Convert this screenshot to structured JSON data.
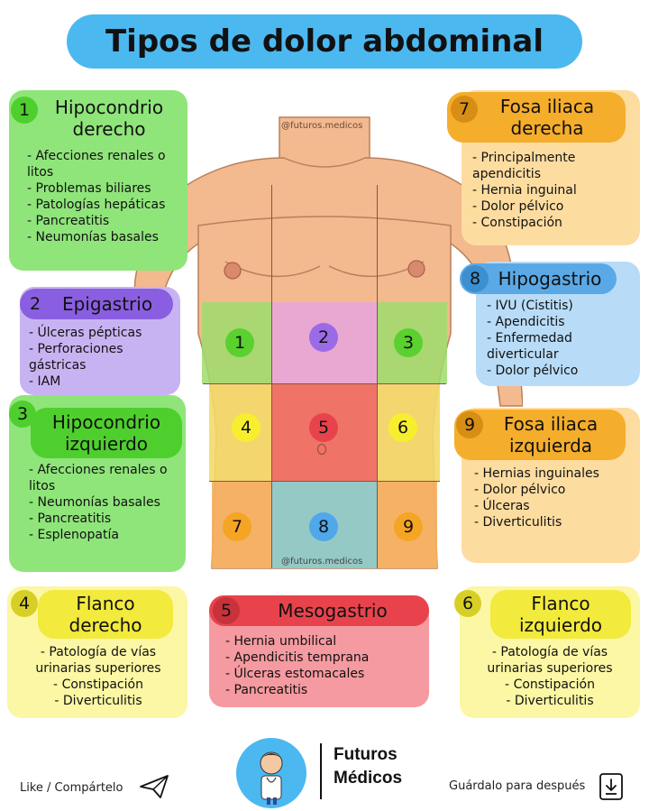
{
  "title": "Tipos de dolor abdominal",
  "watermark_top": "@futuros.medicos",
  "watermark_bottom": "@futuros.medicos",
  "cards": [
    {
      "number": "1",
      "title": "Hipocondrio derecho",
      "items": [
        "Afecciones renales o litos",
        "Problemas biliares",
        "Patologías hepáticas",
        "Pancreatitis",
        "Neumonías basales"
      ],
      "color": "#8fe57a",
      "accent": "#4fcf2e"
    },
    {
      "number": "2",
      "title": "Epigastrio",
      "items": [
        "Úlceras pépticas",
        "Perforaciones gástricas",
        "IAM"
      ],
      "color": "#c8b3f2",
      "accent": "#8a5ee0"
    },
    {
      "number": "3",
      "title": "Hipocondrio izquierdo",
      "items": [
        "Afecciones renales o litos",
        "Neumonías basales",
        "Pancreatitis",
        "Esplenopatía"
      ],
      "color": "#8fe57a",
      "accent": "#4fcf2e"
    },
    {
      "number": "4",
      "title": "Flanco derecho",
      "items": [
        "Patología de vías urinarias superiores",
        "Constipación",
        "Diverticulitis"
      ],
      "color": "#fbf7a4",
      "accent": "#f2ea3c"
    },
    {
      "number": "5",
      "title": "Mesogastrio",
      "items": [
        "Hernia umbilical",
        "Apendicitis temprana",
        "Úlceras estomacales",
        "Pancreatitis"
      ],
      "color": "#f59aa0",
      "accent": "#e8434c"
    },
    {
      "number": "6",
      "title": "Flanco izquierdo",
      "items": [
        "Patología de vías urinarias superiores",
        "Constipación",
        "Diverticulitis"
      ],
      "color": "#fbf7a4",
      "accent": "#f2ea3c"
    },
    {
      "number": "7",
      "title": "Fosa iliaca derecha",
      "items": [
        "Principalmente apendicitis",
        "Hernia inguinal",
        "Dolor pélvico",
        "Constipación"
      ],
      "color": "#fddca0",
      "accent": "#f5ad2c"
    },
    {
      "number": "8",
      "title": "Hipogastrio",
      "items": [
        "IVU (Cistitis)",
        "Apendicitis",
        "Enfermedad diverticular",
        "Dolor pélvico"
      ],
      "color": "#b8dcf7",
      "accent": "#5aa9e6"
    },
    {
      "number": "9",
      "title": "Fosa iliaca izquierda",
      "items": [
        "Hernias inguinales",
        "Dolor pélvico",
        "Úlceras",
        "Diverticulitis"
      ],
      "color": "#fddca0",
      "accent": "#f5ad2c"
    }
  ],
  "zones": [
    {
      "number": "1",
      "color": "#9edc6e",
      "circle": "#5ad12e"
    },
    {
      "number": "2",
      "color": "#e8a6d8",
      "circle": "#9b6ae6"
    },
    {
      "number": "3",
      "color": "#9edc6e",
      "circle": "#5ad12e"
    },
    {
      "number": "4",
      "color": "#f4d96a",
      "circle": "#f7ef2e"
    },
    {
      "number": "5",
      "color": "#ee6b62",
      "circle": "#e8434c"
    },
    {
      "number": "6",
      "color": "#f4d96a",
      "circle": "#f7ef2e"
    },
    {
      "number": "7",
      "color": "#f5b060",
      "circle": "#f5a524"
    },
    {
      "number": "8",
      "color": "#8ec9c9",
      "circle": "#4fa8ea"
    },
    {
      "number": "9",
      "color": "#f5b060",
      "circle": "#f5a524"
    }
  ],
  "footer": {
    "like": "Like / Compártelo",
    "save": "Guárdalo para después",
    "brand_line1": "Futuros",
    "brand_line2": "Médicos"
  },
  "icons": [
    "send-icon",
    "save-icon",
    "doctor-avatar-icon"
  ]
}
